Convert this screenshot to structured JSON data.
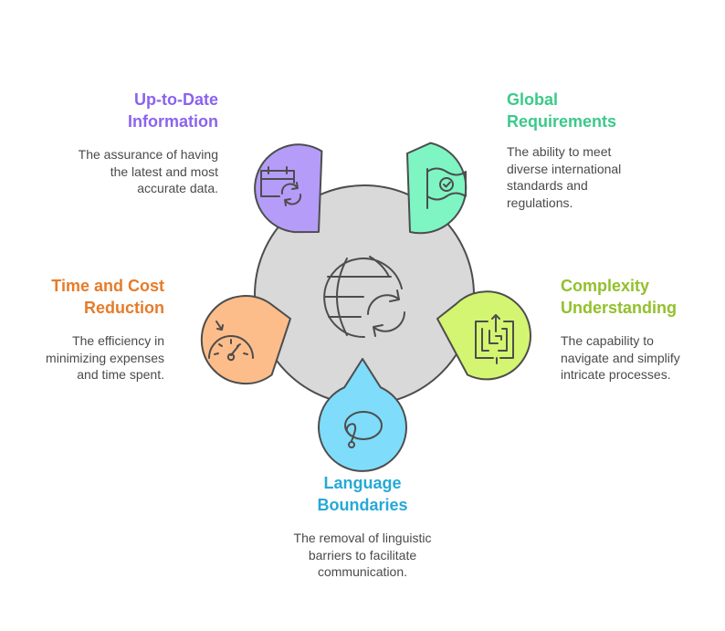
{
  "colors": {
    "center_fill": "#d9d9d9",
    "stroke": "#4d4d4d",
    "purple_fill": "#b59cf9",
    "purple_text": "#8b63ee",
    "green_fill": "#7ef5c3",
    "green_text": "#3cc98a",
    "lime_fill": "#d4f571",
    "lime_text": "#93c02c",
    "blue_fill": "#7fdcfb",
    "blue_text": "#26a9d6",
    "orange_fill": "#fdbd8a",
    "orange_text": "#e57c2a"
  },
  "center": {
    "icon": "globe-refresh-icon"
  },
  "items": [
    {
      "key": "up-to-date",
      "title": "Up-to-Date\nInformation",
      "description": "The assurance of having\nthe latest and most\naccurate data.",
      "icon": "calendar-refresh-icon"
    },
    {
      "key": "global",
      "title": "Global\nRequirements",
      "description": "The ability to meet\ndiverse international\nstandards and\nregulations.",
      "icon": "flag-check-icon"
    },
    {
      "key": "complexity",
      "title": "Complexity\nUnderstanding",
      "description": "The capability to\nnavigate and simplify\nintricate processes.",
      "icon": "maze-icon"
    },
    {
      "key": "language",
      "title": "Language\nBoundaries",
      "description": "The removal of linguistic\nbarriers to facilitate\ncommunication.",
      "icon": "lasso-icon"
    },
    {
      "key": "time-cost",
      "title": "Time and Cost\nReduction",
      "description": "The efficiency in\nminimizing expenses\nand time spent.",
      "icon": "gauge-icon"
    }
  ]
}
